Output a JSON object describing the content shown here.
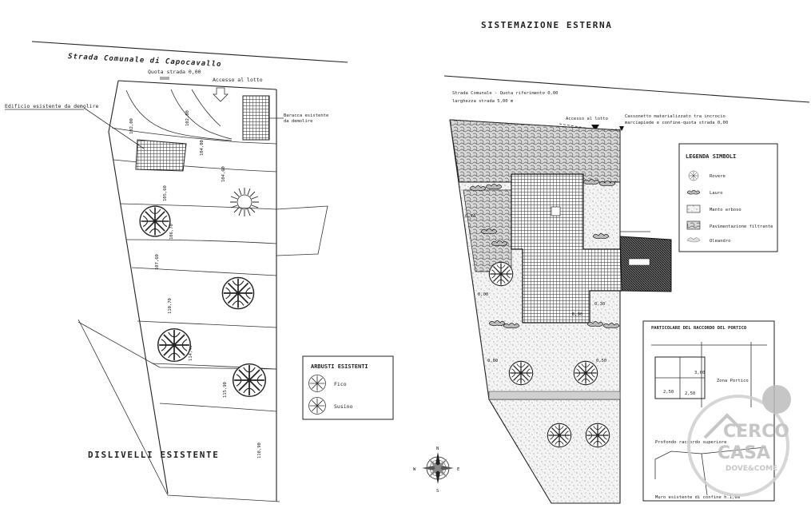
{
  "left_panel": {
    "road_label": "Strada Comunale di Capocavallo",
    "quota_strada": "Quota strada 0,00",
    "accesso": "Accesso al lotto",
    "edificio": "Edificio esistente da demolire",
    "baracca_line1": "Baracca esistente",
    "baracca_line2": "da demolire",
    "title": "DISLIVELLI ESISTENTE",
    "levels": [
      "102,00",
      "102,00",
      "104,00",
      "104,60",
      "105,60",
      "106,70",
      "107,60",
      "110,70",
      "114,40",
      "115,90",
      "118,90"
    ],
    "legend": {
      "title": "ARBUSTI ESISTENTI",
      "items": [
        "Fico",
        "Susino"
      ]
    }
  },
  "right_panel": {
    "title": "SISTEMAZIONE ESTERNA",
    "road_line1": "Strada Comunale - Quota riferimento 0,00",
    "road_line2": "larghezza strada 5,00 m",
    "accesso": "Accesso al lotto",
    "cassonetto_line1": "Cassonetto materializzato tra incrocio",
    "cassonetto_line2": "marciapiede e confine-quota strada 0,00",
    "levels": [
      "0,44",
      "0,00",
      "0,30",
      "0,80",
      "0,50",
      "0,90"
    ],
    "legend": {
      "title": "LEGENDA SIMBOLI",
      "items": [
        "Rovere",
        "Lauro",
        "Manto erboso",
        "Pavimentazione filtrante",
        "Oleandro"
      ]
    },
    "detail": {
      "title": "PARTICOLARE DEL RACCORDO DEL PORTICO",
      "labels": [
        "Zona Portico",
        "2,50",
        "2,50",
        "3,00",
        "Profondo raccordo superiore",
        "Muro esistente di confine h.1,6m"
      ]
    }
  },
  "compass": {
    "n": "N",
    "s": "S",
    "e": "E",
    "w": "W"
  },
  "watermark": {
    "line1": "CERCO",
    "line2": "CASA",
    "line3": "DOVE&COME"
  }
}
